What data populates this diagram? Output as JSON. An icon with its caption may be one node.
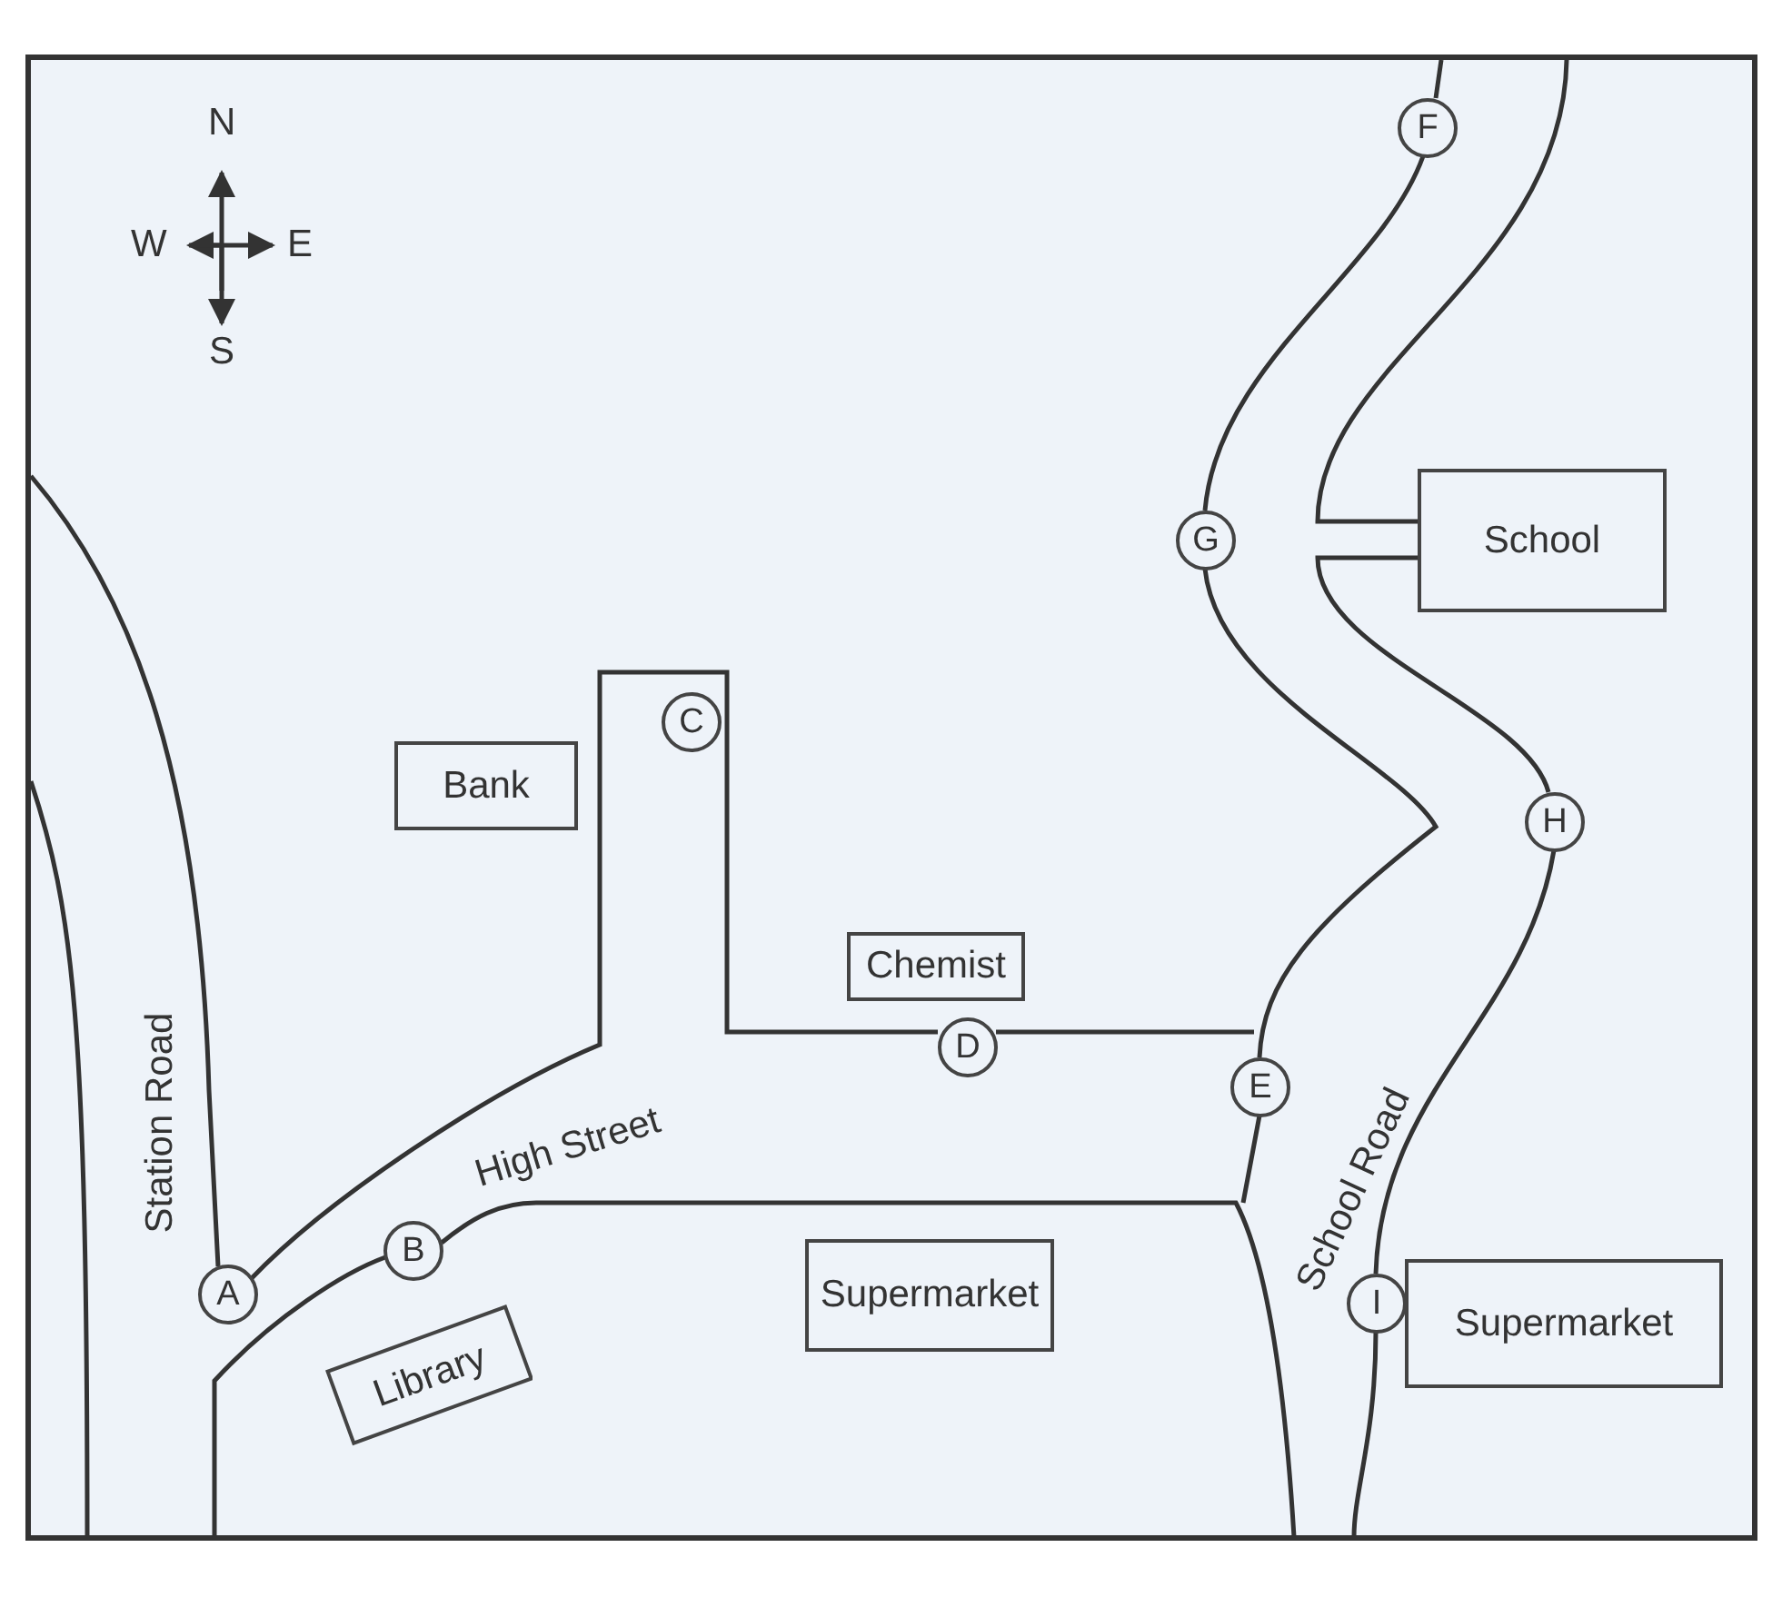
{
  "diagram": {
    "nodes": [
      {
        "text": [
          "F"
        ]
      },
      {
        "text": [
          "School"
        ]
      },
      {
        "text": [
          "G"
        ]
      },
      {
        "text": [
          "Bank"
        ]
      },
      {
        "text": [
          "C"
        ]
      },
      {
        "text": [
          "H"
        ]
      },
      {
        "text": [
          "Chemist"
        ]
      },
      {
        "text": [
          "D"
        ]
      },
      {
        "text": [
          "E"
        ]
      },
      {
        "text": [
          "A"
        ]
      },
      {
        "text": [
          "B"
        ]
      },
      {
        "text": [
          "Supermarket"
        ]
      },
      {
        "text": [
          "Library"
        ]
      },
      {
        "text": [
          "I"
        ]
      },
      {
        "text": [
          "Supermarket"
        ]
      }
    ],
    "edges": [],
    "labels": [
      "N",
      "W",
      "E",
      "S",
      "Station Road",
      "High Street",
      "School Road"
    ]
  }
}
